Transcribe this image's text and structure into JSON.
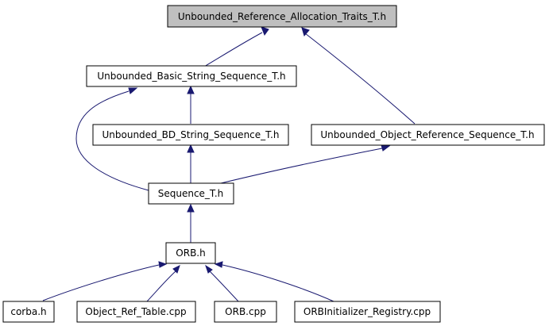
{
  "colors": {
    "root_fill": "#bfbfbf",
    "node_fill": "#ffffff",
    "edge": "#191970"
  },
  "nodes": {
    "unbounded_reference_allocation_traits": "Unbounded_Reference_Allocation_Traits_T.h",
    "unbounded_basic_string_sequence": "Unbounded_Basic_String_Sequence_T.h",
    "unbounded_bd_string_sequence": "Unbounded_BD_String_Sequence_T.h",
    "unbounded_object_reference_sequence": "Unbounded_Object_Reference_Sequence_T.h",
    "sequence_t": "Sequence_T.h",
    "orb_h": "ORB.h",
    "corba_h": "corba.h",
    "object_ref_table_cpp": "Object_Ref_Table.cpp",
    "orb_cpp": "ORB.cpp",
    "orbinitializer_registry_cpp": "ORBInitializer_Registry.cpp"
  },
  "edges": [
    {
      "from": "unbounded_basic_string_sequence",
      "to": "unbounded_reference_allocation_traits"
    },
    {
      "from": "unbounded_object_reference_sequence",
      "to": "unbounded_reference_allocation_traits"
    },
    {
      "from": "unbounded_bd_string_sequence",
      "to": "unbounded_basic_string_sequence"
    },
    {
      "from": "sequence_t",
      "to": "unbounded_basic_string_sequence"
    },
    {
      "from": "sequence_t",
      "to": "unbounded_bd_string_sequence"
    },
    {
      "from": "sequence_t",
      "to": "unbounded_object_reference_sequence"
    },
    {
      "from": "orb_h",
      "to": "sequence_t"
    },
    {
      "from": "corba_h",
      "to": "orb_h"
    },
    {
      "from": "object_ref_table_cpp",
      "to": "orb_h"
    },
    {
      "from": "orb_cpp",
      "to": "orb_h"
    },
    {
      "from": "orbinitializer_registry_cpp",
      "to": "orb_h"
    }
  ]
}
